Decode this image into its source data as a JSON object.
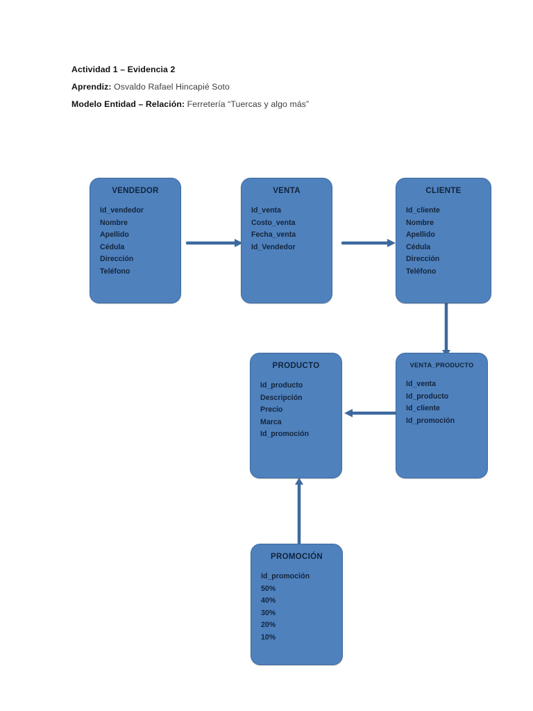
{
  "document": {
    "header": [
      {
        "label": "Actividad 1 – Evidencia 2",
        "value": ""
      },
      {
        "label": "Aprendiz:",
        "value": " Osvaldo Rafael Hincapié Soto"
      },
      {
        "label": "Modelo Entidad – Relación:",
        "value": " Ferretería “Tuercas y algo más”"
      }
    ]
  },
  "diagram": {
    "colors": {
      "entity_fill": "#4F81BD",
      "entity_border": "#3D6A9E",
      "connector": "#3D6A9E",
      "title_text": "#10243B"
    },
    "entities": [
      {
        "id": "vendedor",
        "title": "VENDEDOR",
        "attributes": [
          "Id_vendedor",
          "Nombre",
          "Apellido",
          "Cédula",
          "Dirección",
          "Teléfono"
        ]
      },
      {
        "id": "venta",
        "title": "VENTA",
        "attributes": [
          "Id_venta",
          "Costo_venta",
          "Fecha_venta",
          "Id_Vendedor"
        ]
      },
      {
        "id": "cliente",
        "title": "CLIENTE",
        "attributes": [
          "Id_cliente",
          "Nombre",
          "Apellido",
          "Cédula",
          "Dirección",
          "Teléfono"
        ]
      },
      {
        "id": "producto",
        "title": "PRODUCTO",
        "attributes": [
          "Id_producto",
          "Descripción",
          "Precio",
          "Marca",
          "Id_promoción"
        ]
      },
      {
        "id": "venta_producto",
        "title": "VENTA_PRODUCTO",
        "attributes": [
          "Id_venta",
          "Id_producto",
          "Id_cliente",
          "Id_promoción"
        ]
      },
      {
        "id": "promocion",
        "title": "PROMOCIÓN",
        "attributes": [
          "Id_promoción",
          "50%",
          "40%",
          "30%",
          "20%",
          "10%"
        ]
      }
    ],
    "connectors": [
      {
        "id": "vendedor-to-venta",
        "from": "vendedor",
        "to": "venta",
        "direction": "right"
      },
      {
        "id": "venta-to-cliente",
        "from": "venta",
        "to": "cliente",
        "direction": "right"
      },
      {
        "id": "cliente-to-venta-producto",
        "from": "cliente",
        "to": "venta_producto",
        "direction": "down"
      },
      {
        "id": "venta-producto-to-producto",
        "from": "venta_producto",
        "to": "producto",
        "direction": "left"
      },
      {
        "id": "promocion-to-producto",
        "from": "promocion",
        "to": "producto",
        "direction": "up"
      }
    ]
  }
}
